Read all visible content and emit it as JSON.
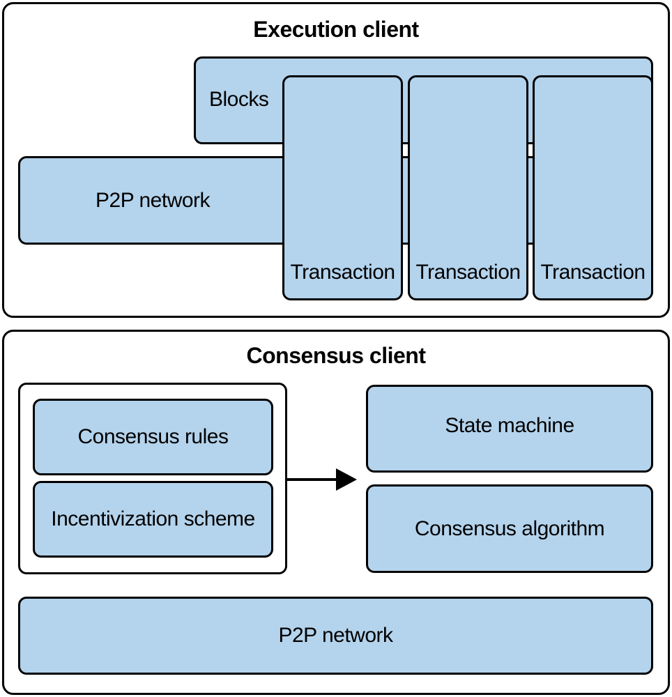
{
  "colors": {
    "box_fill": "#b4d3ec",
    "stroke": "#000000",
    "background": "#ffffff"
  },
  "execution": {
    "title": "Execution client",
    "blocks_label": "Blocks",
    "p2p_label": "P2P network",
    "transactions": [
      "Transaction",
      "Transaction",
      "Transaction"
    ]
  },
  "consensus": {
    "title": "Consensus client",
    "rules_label": "Consensus rules",
    "incentive_label": "Incentivization scheme",
    "state_machine_label": "State machine",
    "algorithm_label": "Consensus algorithm",
    "p2p_label": "P2P network"
  }
}
